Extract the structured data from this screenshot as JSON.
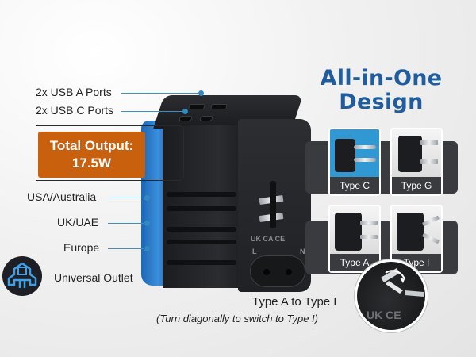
{
  "headline": {
    "line1": "All-in-One",
    "line2": "Design"
  },
  "callouts": {
    "usb_a": "2x USB A Ports",
    "usb_c": "2x USB C Ports",
    "output_line1": "Total Output:",
    "output_line2": "17.5W",
    "usa_australia": "USA/Australia",
    "uk_uae": "UK/UAE",
    "europe": "Europe",
    "universal": "Universal Outlet"
  },
  "plug_types": [
    {
      "label": "Type C"
    },
    {
      "label": "Type G"
    },
    {
      "label": "Type A"
    },
    {
      "label": "Type I"
    }
  ],
  "switch": {
    "caption": "Type A to Type I",
    "note": "(Turn diagonally to switch to Type I)"
  },
  "device_marks": {
    "certification": "UK CA CE",
    "outlet_l": "L",
    "outlet_n": "N"
  },
  "colors": {
    "heading": "#1f5d9e",
    "accent_orange": "#c9600e",
    "leader_blue": "#3b91c7",
    "adapter_blue": "#3b8fde",
    "panel_gray": "#3a3b3e",
    "card_blue": "#3098d2"
  },
  "icons": {
    "outlet": "universal-outlet-icon"
  }
}
